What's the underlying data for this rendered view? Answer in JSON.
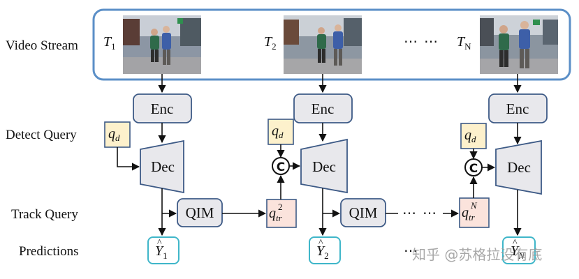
{
  "row_labels": {
    "video_stream": "Video Stream",
    "detect_query": "Detect Query",
    "track_query": "Track Query",
    "predictions": "Predictions"
  },
  "frames": [
    {
      "label": "T",
      "sub": "1"
    },
    {
      "label": "T",
      "sub": "2"
    },
    {
      "label": "T",
      "sub": "N"
    }
  ],
  "frames_ellipsis": "⋯ ⋯",
  "encoder_label": "Enc",
  "decoder_label": "Dec",
  "qim_label": "QIM",
  "concat_symbol": "C",
  "detect_query": {
    "base": "q",
    "sub": "d"
  },
  "track_queries": [
    {
      "base": "q",
      "sub": "tr",
      "sup": "2"
    },
    {
      "base": "q",
      "sub": "tr",
      "sup": "N"
    }
  ],
  "predictions": [
    {
      "base": "Y",
      "hat": "^",
      "sub": "1"
    },
    {
      "base": "Y",
      "hat": "^",
      "sub": "2"
    },
    {
      "base": "Y",
      "hat": "^",
      "sub": "N"
    }
  ],
  "track_ellipsis": "⋯ ⋯",
  "pred_ellipsis": "⋯",
  "watermark": "知乎 @苏格拉没有底",
  "colors": {
    "stream_border": "#5b8fc7",
    "block_fill": "#e8e8ec",
    "block_border": "#3d5a86",
    "detect_fill": "#fdf1cc",
    "detect_border": "#3d5a86",
    "track_fill": "#fbe3dc",
    "pred_border": "#3fb6c9",
    "arrow": "#111111"
  }
}
